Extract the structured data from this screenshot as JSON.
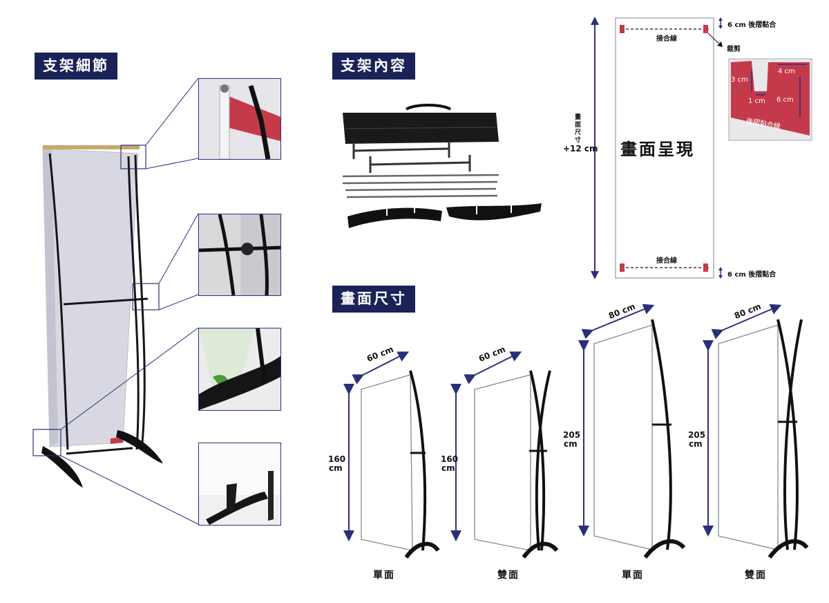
{
  "headers": {
    "stand_details": "支架細節",
    "stand_contents": "支架內容",
    "print_size": "畫面尺寸"
  },
  "print_diagram": {
    "center_text": "畫面呈現",
    "height_label": "畫面尺寸",
    "height_plus": "+12 cm",
    "top_seam": "接合線",
    "bottom_seam": "接合線",
    "top_fold": "6 cm 後摺黏合",
    "bottom_fold": "6 cm 後摺黏合",
    "cut_label": "裁剪",
    "inset": {
      "dim_4": "4 cm",
      "dim_3": "3 cm",
      "dim_1": "1 cm",
      "dim_6": "6 cm",
      "fold_line": "後摺黏合線"
    }
  },
  "dimensions": [
    {
      "width": "60 cm",
      "height": "160",
      "unit": "cm",
      "caption": "單面"
    },
    {
      "width": "60 cm",
      "height": "160",
      "unit": "cm",
      "caption": "雙面"
    },
    {
      "width": "80 cm",
      "height": "205",
      "unit": "cm",
      "caption": "單面"
    },
    {
      "width": "80 cm",
      "height": "205",
      "unit": "cm",
      "caption": "雙面"
    }
  ],
  "colors": {
    "navy": "#1b2257",
    "accent_red": "#c43a4a",
    "arrow_navy": "#2b2f7a"
  }
}
